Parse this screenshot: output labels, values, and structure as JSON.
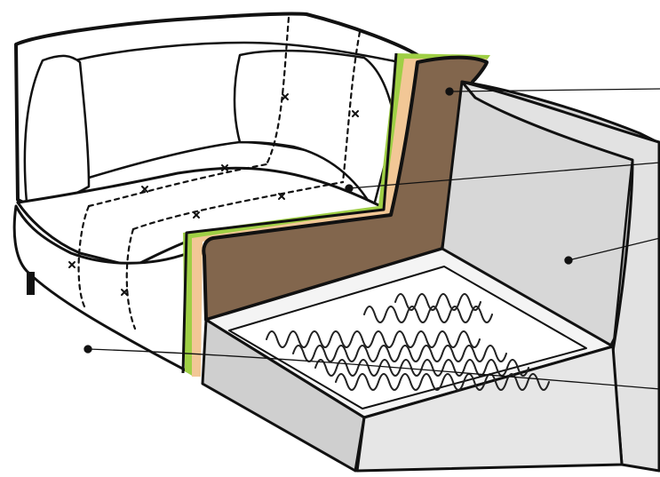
{
  "illustration": {
    "subject": "sofa-section-cutaway",
    "colors": {
      "outline": "#111111",
      "upholstery": "#ffffff",
      "frame_light": "#e6e6e6",
      "frame_mid": "#d2d2d2",
      "frame_dark": "#bdbdbd",
      "foam": "#82664d",
      "padding_layer": "#f2c796",
      "fabric_layer": "#9fcf45",
      "spring": "#222222"
    },
    "callouts": [
      {
        "id": "foam-core",
        "target": "foam"
      },
      {
        "id": "fiber-padding",
        "target": "quilted-padding"
      },
      {
        "id": "wood-frame",
        "target": "frame"
      },
      {
        "id": "upholstery-cover",
        "target": "fabric-cover"
      },
      {
        "id": "serpentine-springs",
        "target": "springs"
      }
    ]
  }
}
